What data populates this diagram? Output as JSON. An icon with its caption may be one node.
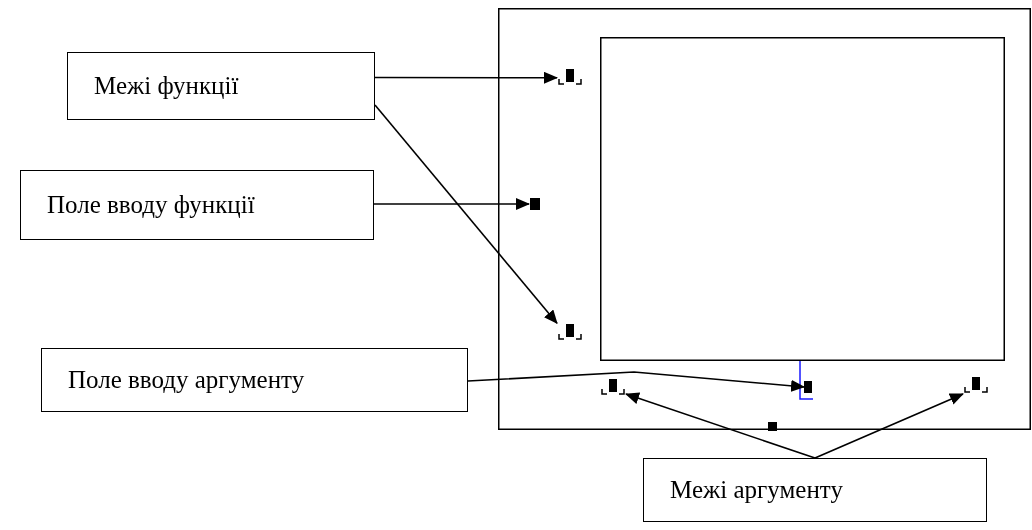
{
  "diagram": {
    "nodes": [
      {
        "text": [
          "Межі функції"
        ]
      },
      {
        "text": [],
        "shape": "box"
      },
      {
        "text": [],
        "shape": "box",
        "in": 1
      },
      {
        "text": [],
        "shape": "box",
        "in": 1
      },
      {
        "text": [
          "Поле вводу функції"
        ]
      },
      {
        "text": [],
        "shape": "box",
        "in": 1
      },
      {
        "text": [],
        "shape": "box",
        "in": 1
      },
      {
        "text": [
          "Поле вводу аргументу"
        ]
      },
      {
        "text": [],
        "shape": "box",
        "in": 1
      },
      {
        "text": [],
        "shape": "box",
        "in": 1
      },
      {
        "text": [],
        "shape": "box",
        "in": 1
      },
      {
        "text": [],
        "shape": "box",
        "in": 1
      },
      {
        "text": [
          "Межі аргументу"
        ]
      }
    ],
    "edges": [
      {
        "from": 0,
        "to": 3,
        "arrow": "to"
      },
      {
        "from": 0,
        "to": 6,
        "arrow": "to"
      },
      {
        "from": 4,
        "to": 5,
        "arrow": "to"
      },
      {
        "from": 7,
        "to": 9,
        "arrow": "to"
      },
      {
        "from": 12,
        "to": 8,
        "arrow": "to"
      },
      {
        "from": 12,
        "to": 10,
        "arrow": "to"
      }
    ]
  }
}
